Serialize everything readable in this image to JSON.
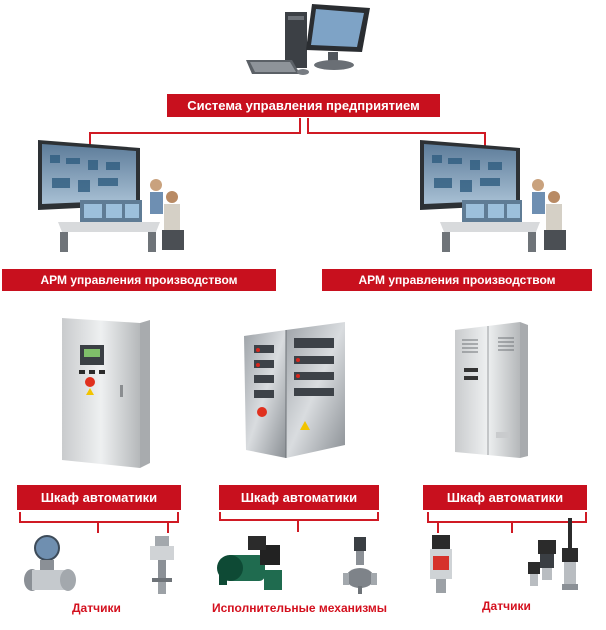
{
  "top_system": {
    "label": "Система управления предприятием",
    "icon": "computer-icon"
  },
  "workstations": [
    {
      "label": "АРМ управления производством",
      "icon": "operator-workstation-icon"
    },
    {
      "label": "АРМ управления производством",
      "icon": "operator-workstation-icon"
    }
  ],
  "cabinets": [
    {
      "label": "Шкаф автоматики",
      "icon": "control-cabinet-icon"
    },
    {
      "label": "Шкаф автоматики",
      "icon": "control-cabinet-icon"
    },
    {
      "label": "Шкаф автоматики",
      "icon": "control-cabinet-icon"
    }
  ],
  "field_devices": {
    "sensors_left": "Датчики",
    "actuators": "Исполнительные механизмы",
    "sensors_right": "Датчики"
  },
  "colors": {
    "label_bg": "#c8101e",
    "line": "#d01a24",
    "label_text": "#ffffff"
  }
}
